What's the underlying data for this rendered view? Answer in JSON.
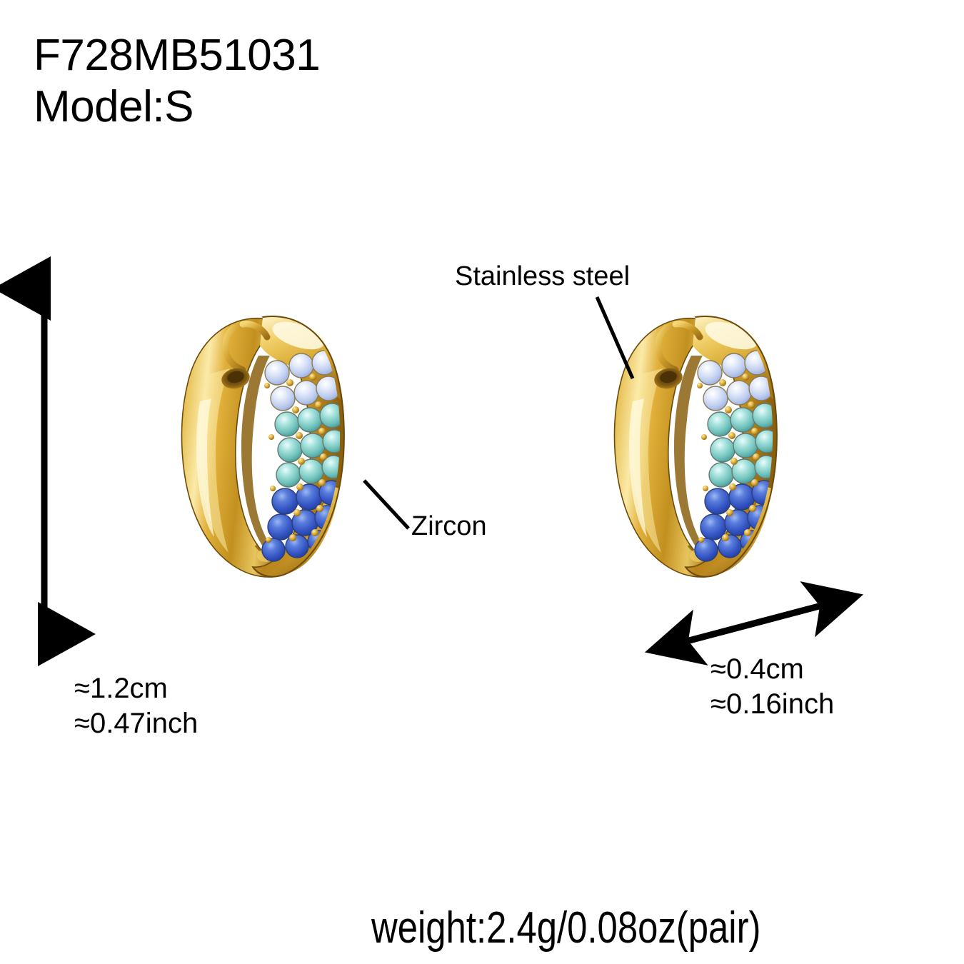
{
  "product": {
    "sku": "F728MB51031",
    "model_line": "Model:S"
  },
  "annotations": {
    "material_label": "Stainless steel",
    "stone_label": "Zircon"
  },
  "dimensions": {
    "height_cm": "≈1.2cm",
    "height_inch": "≈0.47inch",
    "width_cm": "≈0.4cm",
    "width_inch": "≈0.16inch"
  },
  "weight": {
    "text": "weight:2.4g/0.08oz(pair)"
  },
  "colors": {
    "background": "#ffffff",
    "text": "#000000",
    "gold_highlight": "#f5dc86",
    "gold_mid": "#dcab32",
    "gold_deep": "#a87a1c",
    "gold_shadow": "#7d560f",
    "stone_lavender": "#c9d6f2",
    "stone_aqua": "#7fc9c4",
    "stone_blue": "#3f63c8"
  },
  "product_view": {
    "item_count": 2,
    "item_name": "gold-hoop-huggie-earring",
    "pave_columns": 3,
    "pave_rows": 7,
    "gem_gradient": [
      "lavender",
      "lavender",
      "aqua",
      "aqua",
      "aqua",
      "blue",
      "blue"
    ]
  }
}
